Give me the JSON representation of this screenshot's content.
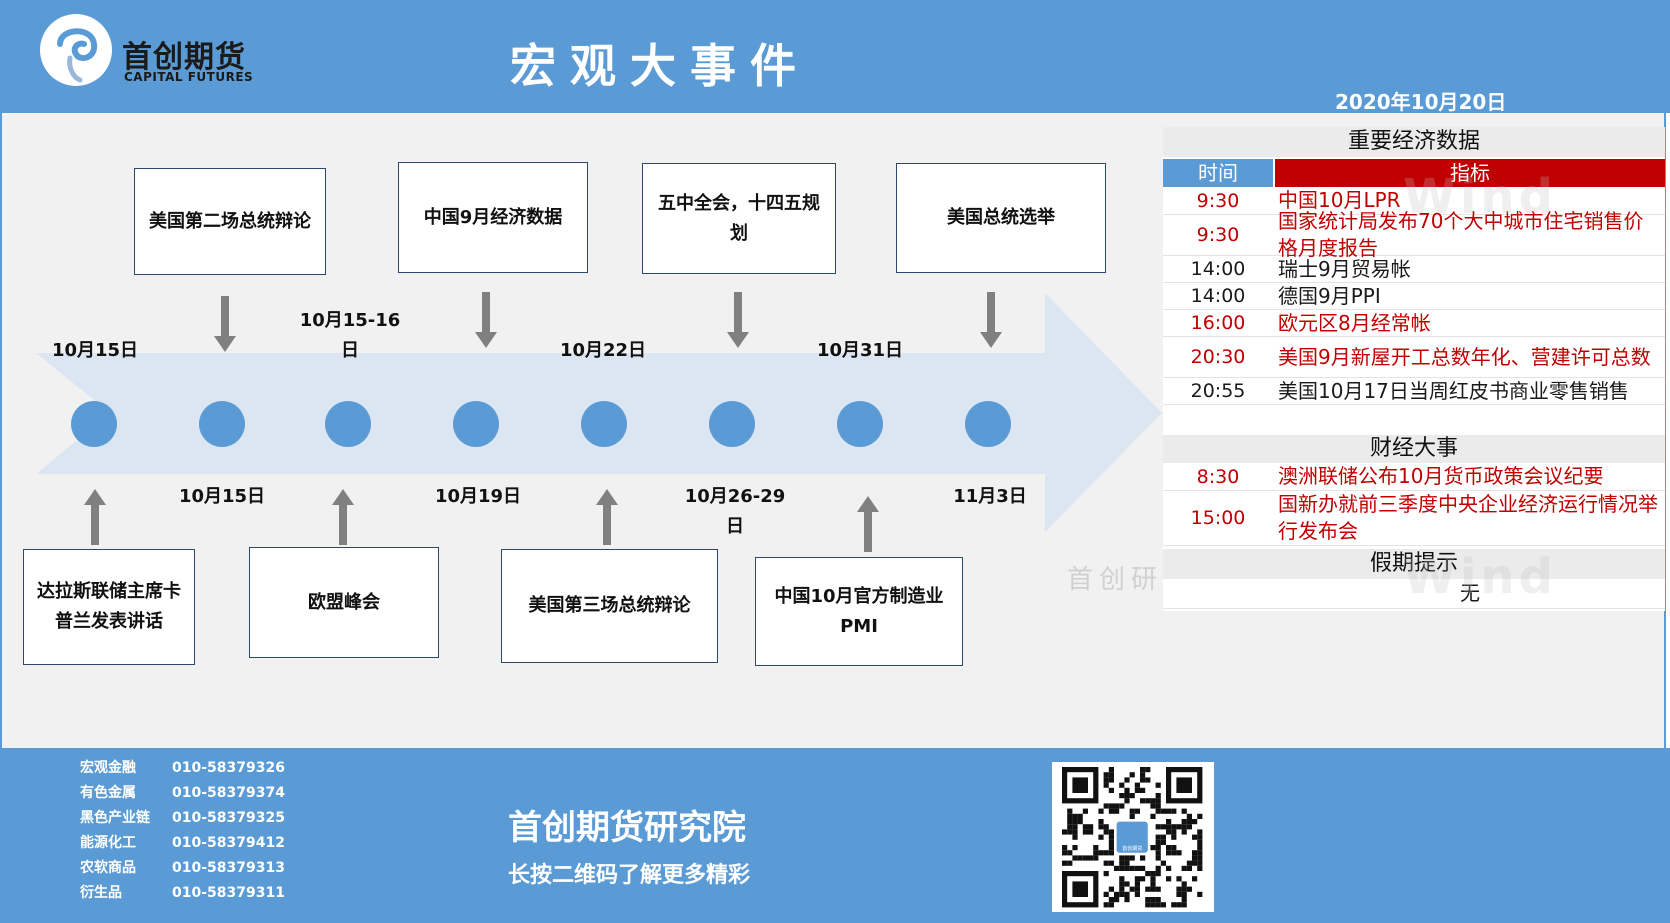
{
  "header": {
    "logo_cn": "首创期货",
    "logo_en": "CAPITAL FUTURES",
    "title": "宏观大事件",
    "date": "2020年10月20日"
  },
  "timeline": {
    "top_boxes": [
      "美国第二场总统辩论",
      "中国9月经济数据",
      "五中全会，十四五规划",
      "美国总统选举"
    ],
    "top_dates": [
      "10月15日",
      "10月15-16日",
      "10月22日",
      "10月31日"
    ],
    "bottom_dates": [
      "10月15日",
      "10月19日",
      "10月26-29日",
      "11月3日"
    ],
    "bottom_boxes": [
      "达拉斯联储主席卡普兰发表讲话",
      "欧盟峰会",
      "美国第三场总统辩论",
      "中国10月官方制造业PMI"
    ],
    "arrow_color": "#dce6f2",
    "dot_color": "#5b9bd5"
  },
  "panel": {
    "econ_title": "重要经济数据",
    "col_time": "时间",
    "col_indicator": "指标",
    "econ_rows": [
      {
        "time": "9:30",
        "text": "中国10月LPR",
        "color": "red"
      },
      {
        "time": "9:30",
        "text": "国家统计局发布70个大中城市住宅销售价格月度报告",
        "color": "red"
      },
      {
        "time": "14:00",
        "text": "瑞士9月贸易帐",
        "color": "black"
      },
      {
        "time": "14:00",
        "text": "德国9月PPI",
        "color": "black"
      },
      {
        "time": "16:00",
        "text": "欧元区8月经常帐",
        "color": "red"
      },
      {
        "time": "20:30",
        "text": "美国9月新屋开工总数年化、营建许可总数",
        "color": "red"
      },
      {
        "time": "20:55",
        "text": "美国10月17日当周红皮书商业零售销售",
        "color": "black"
      }
    ],
    "finance_title": "财经大事",
    "finance_rows": [
      {
        "time": "8:30",
        "text": "澳洲联储公布10月货币政策会议纪要",
        "color": "red"
      },
      {
        "time": "15:00",
        "text": "国新办就前三季度中央企业经济运行情况举行发布会",
        "color": "red"
      }
    ],
    "holiday_title": "假期提示",
    "holiday_value": "无",
    "watermark": "Wind",
    "watermark2": "首创研"
  },
  "footer": {
    "contacts": [
      {
        "name": "宏观金融",
        "phone": "010-58379326"
      },
      {
        "name": "有色金属",
        "phone": "010-58379374"
      },
      {
        "name": "黑色产业链",
        "phone": "010-58379325"
      },
      {
        "name": "能源化工",
        "phone": "010-58379412"
      },
      {
        "name": "农软商品",
        "phone": "010-58379313"
      },
      {
        "name": "衍生品",
        "phone": "010-58379311"
      }
    ],
    "institute": "首创期货研究院",
    "cta": "长按二维码了解更多精彩",
    "qr_icon": "qr-code-icon",
    "qr_label": "首创期货"
  },
  "colors": {
    "brand_blue": "#5b9bd5",
    "table_red": "#c00000"
  }
}
